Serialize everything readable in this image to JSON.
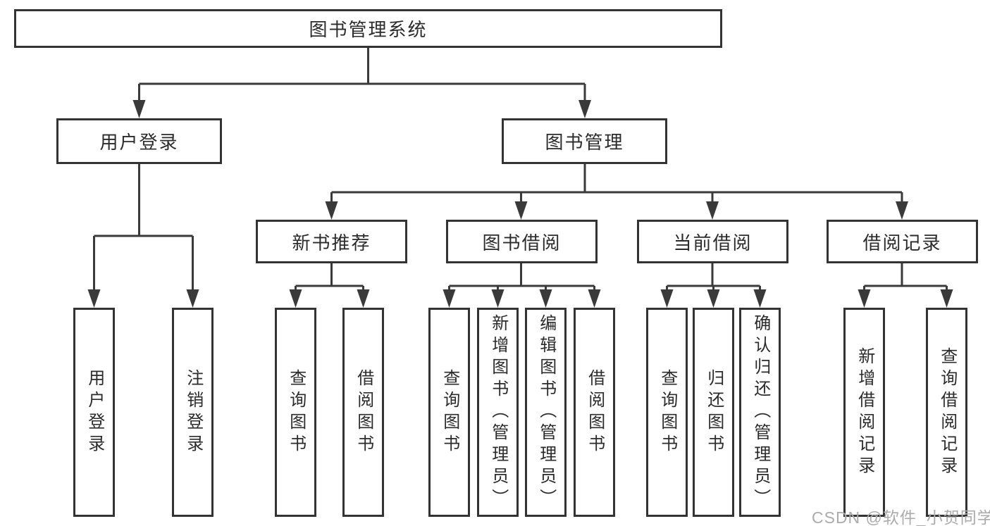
{
  "tree": {
    "root": "图书管理系统",
    "branches": [
      {
        "label": "用户登录",
        "children": [
          "用户登录",
          "注销登录"
        ]
      },
      {
        "label": "图书管理",
        "sections": [
          {
            "label": "新书推荐",
            "children": [
              "查询图书",
              "借阅图书"
            ]
          },
          {
            "label": "图书借阅",
            "children": [
              "查询图书",
              "新增图书（管理员）",
              "编辑图书（管理员）",
              "借阅图书"
            ]
          },
          {
            "label": "当前借阅",
            "children": [
              "查询图书",
              "归还图书",
              "确认归还（管理员）"
            ]
          },
          {
            "label": "借阅记录",
            "children": [
              "新增借阅记录",
              "查询借阅记录"
            ]
          }
        ]
      }
    ]
  },
  "watermark": "CSDN @软件_小贺同学",
  "colors": {
    "line": "#3a3a3a",
    "box_border": "#333333",
    "text": "#2b2b2b",
    "watermark": "#ababab",
    "background": "#ffffff"
  }
}
